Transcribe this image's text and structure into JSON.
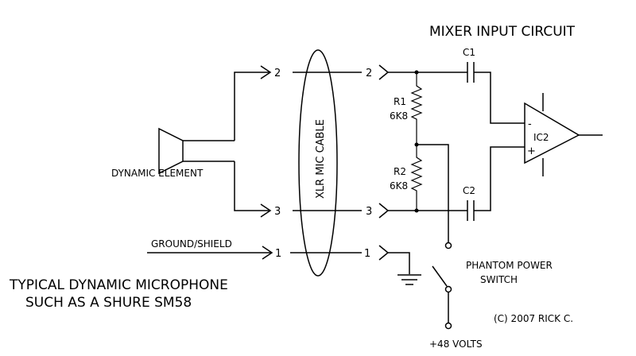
{
  "title": "MIXER INPUT CIRCUIT",
  "caption_line1": "TYPICAL DYNAMIC MICROPHONE",
  "caption_line2": "SUCH AS A SHURE SM58",
  "copyright": "(C) 2007 RICK C.",
  "labels": {
    "dynamic_element": "DYNAMIC ELEMENT",
    "ground_shield": "GROUND/SHIELD",
    "cable": "XLR MIC CABLE",
    "phantom_line1": "PHANTOM POWER",
    "phantom_line2": "SWITCH",
    "supply": "+48 VOLTS"
  },
  "pins": {
    "left_2": "2",
    "left_3": "3",
    "left_1": "1",
    "right_2": "2",
    "right_3": "3",
    "right_1": "1"
  },
  "components": {
    "r1_name": "R1",
    "r1_value": "6K8",
    "r2_name": "R2",
    "r2_value": "6K8",
    "c1_name": "C1",
    "c2_name": "C2",
    "ic_name": "IC2",
    "ic_minus": "-",
    "ic_plus": "+"
  },
  "colors": {
    "ink": "#000000",
    "background": "#ffffff"
  }
}
